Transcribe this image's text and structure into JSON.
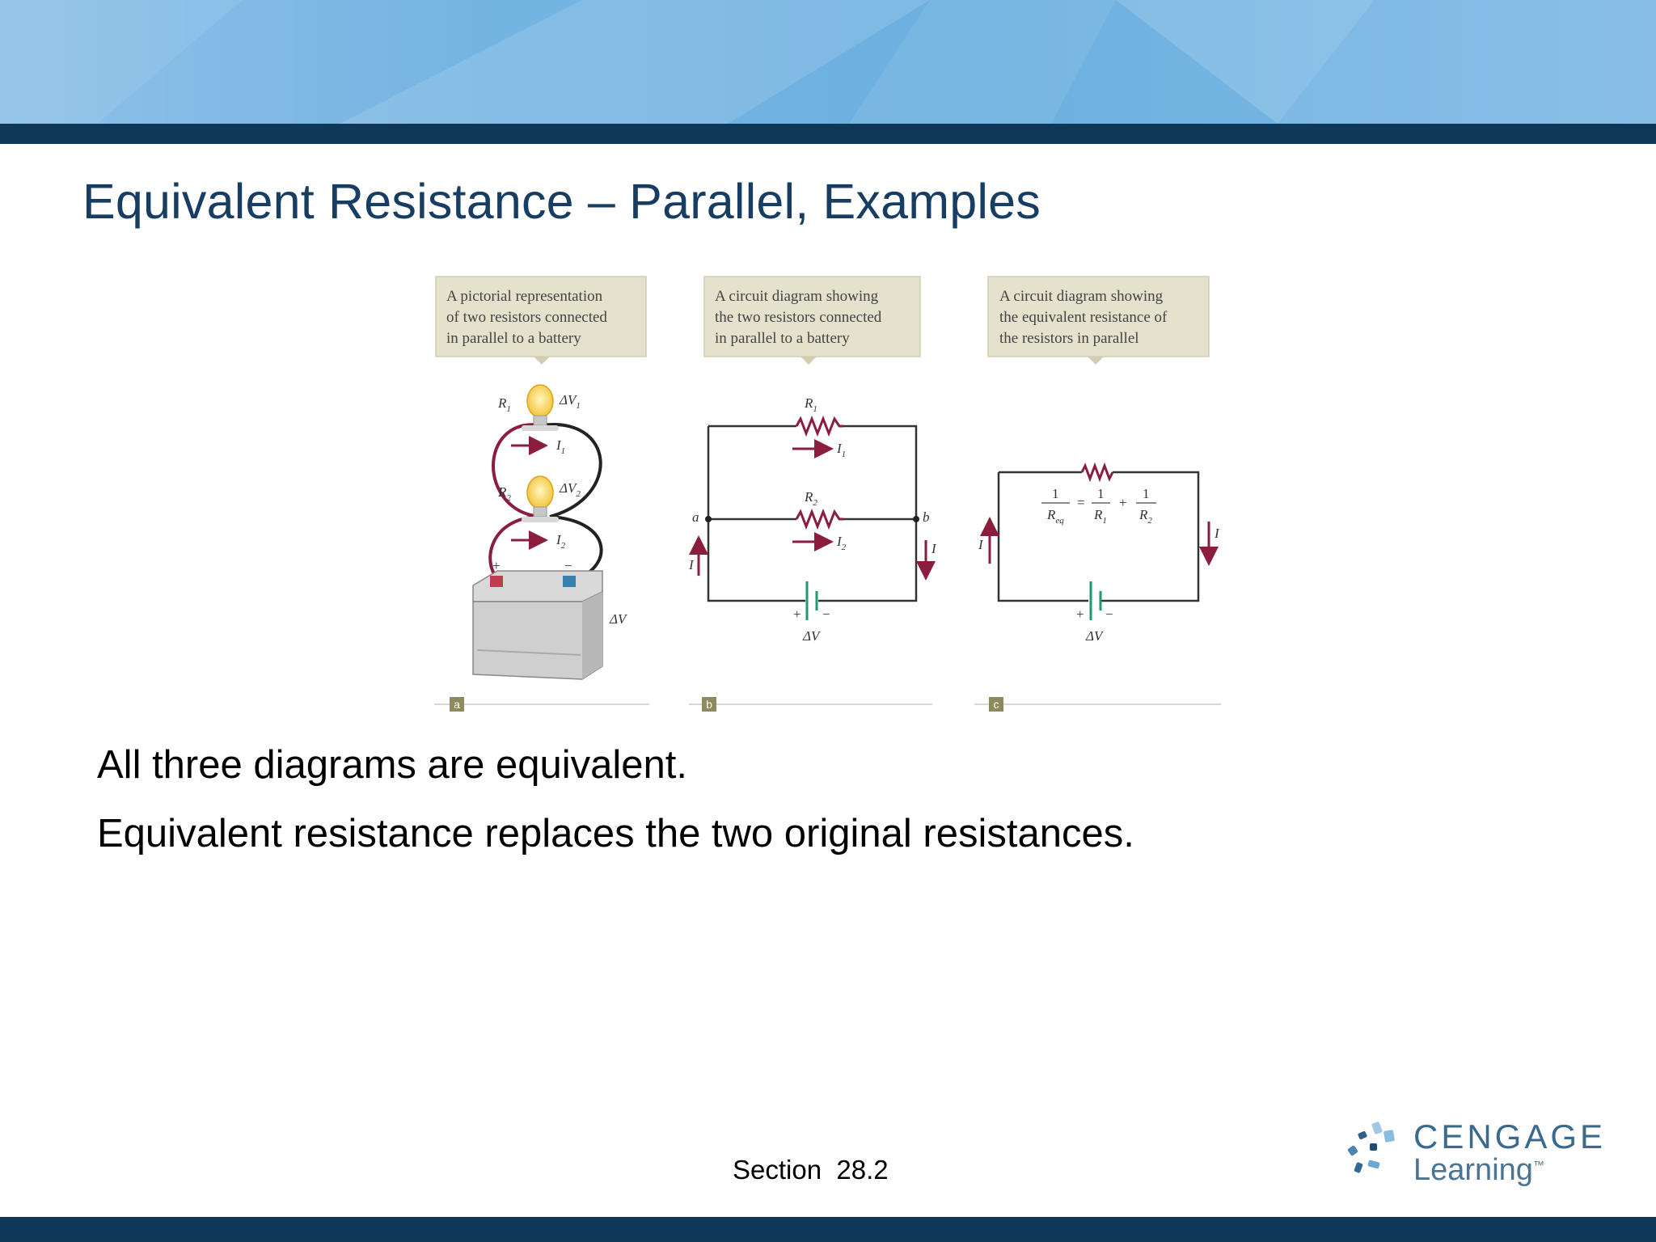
{
  "slide": {
    "title": "Equivalent Resistance – Parallel, Examples",
    "body_lines": [
      "All three diagrams are equivalent.",
      "Equivalent resistance replaces the two original resistances."
    ],
    "footer_section": "Section  28.2"
  },
  "logo": {
    "word1": "CENGAGE",
    "word2": "Learning",
    "trademark": "™"
  },
  "figure": {
    "panel_a": {
      "callout": [
        "A pictorial representation",
        "of two resistors connected",
        "in parallel to a battery"
      ],
      "tag": "a",
      "labels": {
        "r1": "R",
        "r1_sub": "1",
        "dv1": "ΔV",
        "dv1_sub": "1",
        "i1": "I",
        "i1_sub": "1",
        "r2": "R",
        "r2_sub": "2",
        "dv2": "ΔV",
        "dv2_sub": "2",
        "i2": "I",
        "i2_sub": "2",
        "plus": "+",
        "minus": "−",
        "dv": "ΔV"
      }
    },
    "panel_b": {
      "callout": [
        "A circuit diagram showing",
        "the two resistors connected",
        "in parallel to a battery"
      ],
      "tag": "b",
      "labels": {
        "r1": "R",
        "r1_sub": "1",
        "i1": "I",
        "i1_sub": "1",
        "r2": "R",
        "r2_sub": "2",
        "i2": "I",
        "i2_sub": "2",
        "node_a": "a",
        "node_b": "b",
        "i_left": "I",
        "i_right": "I",
        "plus": "+",
        "minus": "−",
        "dv": "ΔV"
      }
    },
    "panel_c": {
      "callout": [
        "A circuit diagram showing",
        "the equivalent resistance of",
        "the resistors in parallel"
      ],
      "tag": "c",
      "labels": {
        "one": "1",
        "req": "R",
        "req_sub": "eq",
        "equals": "=",
        "r1": "R",
        "r1_sub": "1",
        "plus_sign": "+",
        "r2": "R",
        "r2_sub": "2",
        "i_left": "I",
        "i_right": "I",
        "plus": "+",
        "minus": "−",
        "dv": "ΔV"
      }
    }
  },
  "colors": {
    "header_stripe": "#0f3757",
    "title": "#173e62",
    "callout_fill": "#e4e1cc",
    "wire": "#333333",
    "resistor": "#8b1d3f",
    "battery_green": "#1e9a70",
    "tag_fill": "#8c8a5e"
  }
}
